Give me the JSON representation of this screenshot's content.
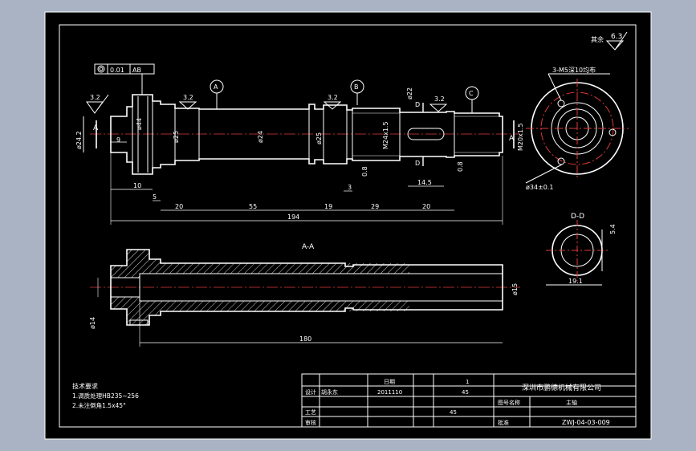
{
  "colors": {
    "background": "#a9b3c3",
    "sheet": "#000000",
    "line": "#ffffff",
    "centerline": "#e03a3a"
  },
  "roughness": {
    "general": "6.3",
    "other": "其余"
  },
  "geometric_tolerance": {
    "symbol": "circle-runout",
    "value": "0.01",
    "datum": "AB"
  },
  "section_labels": {
    "A": "A",
    "B": "B",
    "C": "C",
    "section_AA": "A-A",
    "section_DD": "D-D",
    "cut_A_left": "A",
    "cut_A_right": "A",
    "cut_D_top": "D",
    "cut_D_bottom": "D"
  },
  "surface_marks": [
    "3.2",
    "3.2",
    "3.2",
    "3.2"
  ],
  "main_view_dims": {
    "d_left_end": "ø24.2",
    "d_flange": "ø44",
    "d_seat1": "ø25",
    "d_mid": "ø24",
    "d_seat2": "ø25",
    "thread1": "M24x1.5",
    "d_step": "ø22",
    "thread2": "M20x1.5",
    "len_9": "9",
    "len_10": "10",
    "len_5": "5",
    "len_20a": "20",
    "len_55": "55",
    "len_19": "19",
    "len_29": "29",
    "len_20b": "20",
    "len_194": "194",
    "len_3": "3",
    "len_0_8a": "0.8",
    "len_14_5": "14.5",
    "len_0_8b": "0.8"
  },
  "end_view": {
    "holes_note": "3-M5深10均布",
    "pcd": "ø34±0.1"
  },
  "section_dd": {
    "width": "5.4",
    "dia": "19.1"
  },
  "section_aa_dims": {
    "bore_left": "ø14",
    "bore_right": "ø15",
    "length": "180"
  },
  "tech_requirements": {
    "title": "技术要求",
    "line1": "1.调质处理HB235~256",
    "line2": "2.未注倒角1.5x45°"
  },
  "title_block": {
    "header": [
      "",
      "",
      "日期",
      "",
      "",
      ""
    ],
    "design_label": "设计",
    "designer": "胡永东",
    "date": "2011110",
    "scale": "1",
    "count": "45",
    "company": "深圳市鹏德机械有限公司",
    "row_a": "图号名称",
    "row_b": "工艺",
    "row_c": "审核",
    "row_d": "批准",
    "material": "45",
    "part_name": "主轴",
    "drawing_no": "ZWJ-04-03-009"
  }
}
